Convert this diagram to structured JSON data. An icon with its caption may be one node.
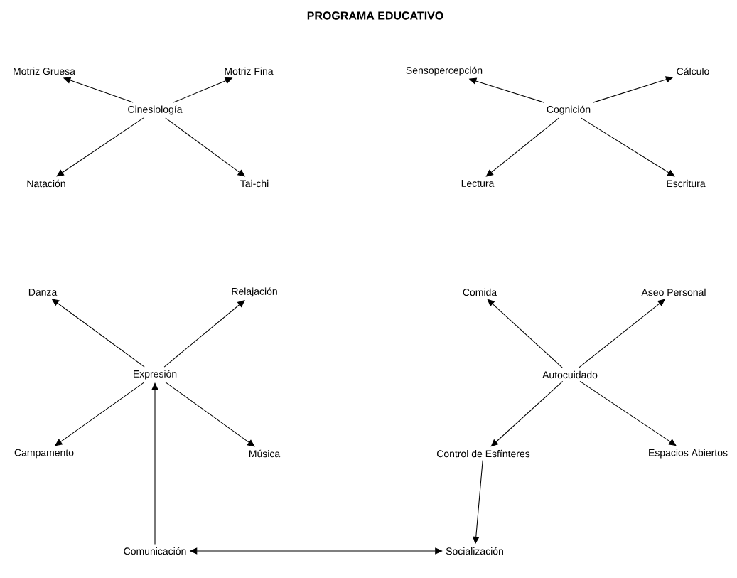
{
  "diagram": {
    "title": "PROGRAMA EDUCATIVO",
    "nodes": [
      {
        "text": [
          "Cinesiología"
        ]
      },
      {
        "text": [
          "Motriz Gruesa"
        ]
      },
      {
        "text": [
          "Motriz Fina"
        ]
      },
      {
        "text": [
          "Natación"
        ]
      },
      {
        "text": [
          "Tai-chi"
        ]
      },
      {
        "text": [
          "Cognición"
        ]
      },
      {
        "text": [
          "Sensopercepción"
        ]
      },
      {
        "text": [
          "Cálculo"
        ]
      },
      {
        "text": [
          "Lectura"
        ]
      },
      {
        "text": [
          "Escritura"
        ]
      },
      {
        "text": [
          "Expresión"
        ]
      },
      {
        "text": [
          "Danza"
        ]
      },
      {
        "text": [
          "Relajación"
        ]
      },
      {
        "text": [
          "Campamento"
        ]
      },
      {
        "text": [
          "Música"
        ]
      },
      {
        "text": [
          "Autocuidado"
        ]
      },
      {
        "text": [
          "Comida"
        ]
      },
      {
        "text": [
          "Aseo Personal"
        ]
      },
      {
        "text": [
          "Control de Esfínteres"
        ]
      },
      {
        "text": [
          "Espacios Abiertos"
        ]
      },
      {
        "text": [
          "Comunicación"
        ]
      },
      {
        "text": [
          "Socialización"
        ]
      }
    ],
    "edges": [
      {
        "from": 0,
        "to": 1,
        "arrow": "to"
      },
      {
        "from": 0,
        "to": 2,
        "arrow": "to"
      },
      {
        "from": 0,
        "to": 3,
        "arrow": "to"
      },
      {
        "from": 0,
        "to": 4,
        "arrow": "to"
      },
      {
        "from": 5,
        "to": 6,
        "arrow": "to"
      },
      {
        "from": 5,
        "to": 7,
        "arrow": "to"
      },
      {
        "from": 5,
        "to": 8,
        "arrow": "to"
      },
      {
        "from": 5,
        "to": 9,
        "arrow": "to"
      },
      {
        "from": 10,
        "to": 11,
        "arrow": "to"
      },
      {
        "from": 10,
        "to": 12,
        "arrow": "to"
      },
      {
        "from": 10,
        "to": 13,
        "arrow": "to"
      },
      {
        "from": 10,
        "to": 14,
        "arrow": "to"
      },
      {
        "from": 15,
        "to": 16,
        "arrow": "to"
      },
      {
        "from": 15,
        "to": 17,
        "arrow": "to"
      },
      {
        "from": 15,
        "to": 18,
        "arrow": "to"
      },
      {
        "from": 15,
        "to": 19,
        "arrow": "to"
      },
      {
        "from": 20,
        "to": 10,
        "arrow": "to"
      },
      {
        "from": 18,
        "to": 21,
        "arrow": "to"
      },
      {
        "from": 20,
        "to": 21,
        "arrow": "both"
      }
    ]
  }
}
